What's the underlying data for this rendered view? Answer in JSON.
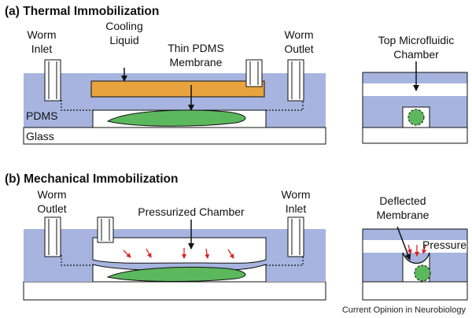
{
  "panel_a": {
    "heading": "(a) Thermal Immobilization",
    "worm_inlet": [
      "Worm",
      "Inlet"
    ],
    "cooling_liquid": [
      "Cooling",
      "Liquid"
    ],
    "membrane": [
      "Thin PDMS",
      "Membrane"
    ],
    "worm_outlet": [
      "Worm",
      "Outlet"
    ],
    "pdms": "PDMS",
    "glass": "Glass",
    "side_label": [
      "Top Microfluidic",
      "Chamber"
    ]
  },
  "panel_b": {
    "heading": "(b) Mechanical Immobilization",
    "worm_outlet": [
      "Worm",
      "Outlet"
    ],
    "chamber": "Pressurized Chamber",
    "worm_inlet": [
      "Worm",
      "Inlet"
    ],
    "side_label": [
      "Deflected",
      "Membrane"
    ],
    "pressure": "Pressure"
  },
  "credit": "Current Opinion in Neurobiology",
  "colors": {
    "pdms": "#a6b4df",
    "cooling": "#e8a23e",
    "worm": "#5cb85c",
    "arrow_red": "#dd2222",
    "outline": "#111111"
  }
}
